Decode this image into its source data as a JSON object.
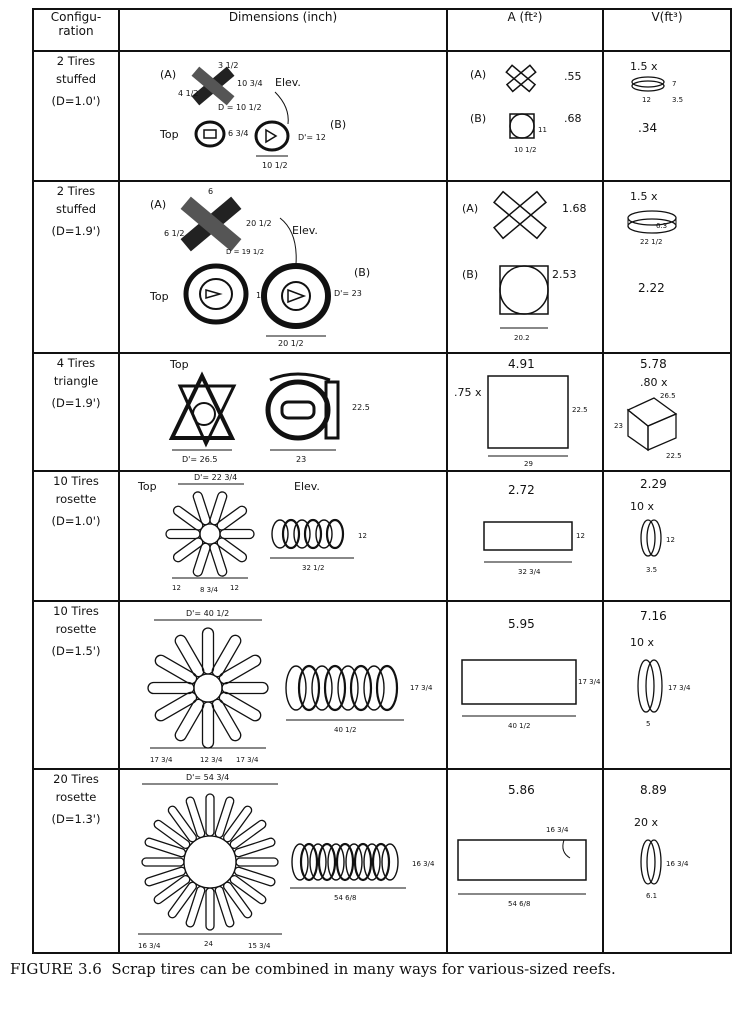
{
  "table": {
    "headers": {
      "config_line1": "Configu-",
      "config_line2": "ration",
      "dimensions": "Dimensions (inch)",
      "area": "A (ft²)",
      "volume": "V(ft³)"
    },
    "rows": [
      {
        "config": [
          "2 Tires",
          "stuffed"
        ],
        "d": "(D=1.0')",
        "dims": {
          "a": "(A)",
          "b": "(B)",
          "top": "Top",
          "elev": "Elev.",
          "m1": "3 1/2",
          "m2": "10 3/4",
          "m3": "4 1/2",
          "m4": "D = 10 1/2",
          "m5": "6 3/4",
          "m6": "D'= 12",
          "m7": "10 1/2"
        },
        "area": {
          "a_label": "(A)",
          "a_value": ".55",
          "b_label": "(B)",
          "b_value": ".68",
          "m1": "11",
          "m2": "10 1/2"
        },
        "volume": {
          "mult": "1.5 x",
          "value": ".34",
          "m1": "7",
          "m2": "12",
          "m3": "3.5"
        }
      },
      {
        "config": [
          "2 Tires",
          "stuffed"
        ],
        "d": "(D=1.9')",
        "dims": {
          "a": "(A)",
          "b": "(B)",
          "top": "Top",
          "elev": "Elev.",
          "m1": "6",
          "m2": "20 1/2",
          "m3": "6 1/2",
          "m4": "D = 19 1/2",
          "m5": "16",
          "m6": "D'= 23",
          "m7": "20 1/2"
        },
        "area": {
          "a_label": "(A)",
          "a_value": "1.68",
          "b_label": "(B)",
          "b_value": "2.53",
          "m1": "20.2"
        },
        "volume": {
          "mult": "1.5 x",
          "value": "2.22",
          "m1": "6.3",
          "m2": "22 1/2"
        }
      },
      {
        "config": [
          "4 Tires",
          "triangle"
        ],
        "d": "(D=1.9')",
        "dims": {
          "top": "Top",
          "m1": "D'= 26.5",
          "m2": "22.5",
          "m3": "23"
        },
        "area": {
          "mult": ".75 x",
          "value": "4.91",
          "m1": "22.5",
          "m2": "29"
        },
        "volume": {
          "value": "5.78",
          "mult": ".80 x",
          "m1": "26.5",
          "m2": "23",
          "m3": "22.5"
        }
      },
      {
        "config": [
          "10 Tires",
          "rosette"
        ],
        "d": "(D=1.0')",
        "dims": {
          "top": "Top",
          "elev": "Elev.",
          "m1": "D'= 22 3/4",
          "m2": "12",
          "m3": "32 1/2",
          "m4": "12",
          "m5": "8 3/4",
          "m6": "12"
        },
        "area": {
          "value": "2.72",
          "m1": "12",
          "m2": "32 3/4"
        },
        "volume": {
          "value": "2.29",
          "mult": "10 x",
          "m1": "12",
          "m2": "3.5"
        }
      },
      {
        "config": [
          "10 Tires",
          "rosette"
        ],
        "d": "(D=1.5')",
        "dims": {
          "m1": "D'= 40 1/2",
          "m2": "17 3/4",
          "m3": "40 1/2",
          "m4": "17 3/4",
          "m5": "12 3/4",
          "m6": "17 3/4"
        },
        "area": {
          "value": "5.95",
          "m1": "17 3/4",
          "m2": "40 1/2"
        },
        "volume": {
          "value": "7.16",
          "mult": "10 x",
          "m1": "17 3/4",
          "m2": "5"
        }
      },
      {
        "config": [
          "20 Tires",
          "rosette"
        ],
        "d": "(D=1.3')",
        "dims": {
          "m1": "D'= 54 3/4",
          "m2": "16 3/4",
          "m3": "54 6/8",
          "m4": "16 3/4",
          "m5": "24",
          "m6": "15 3/4"
        },
        "area": {
          "value": "5.86",
          "m1": "16 3/4",
          "m2": "54 6/8"
        },
        "volume": {
          "value": "8.89",
          "mult": "20 x",
          "m1": "16 3/4",
          "m2": "6.1"
        }
      }
    ]
  },
  "caption": {
    "label": "FIGURE 3.6",
    "text": "Scrap tires can be combined in many ways for various-sized reefs."
  }
}
